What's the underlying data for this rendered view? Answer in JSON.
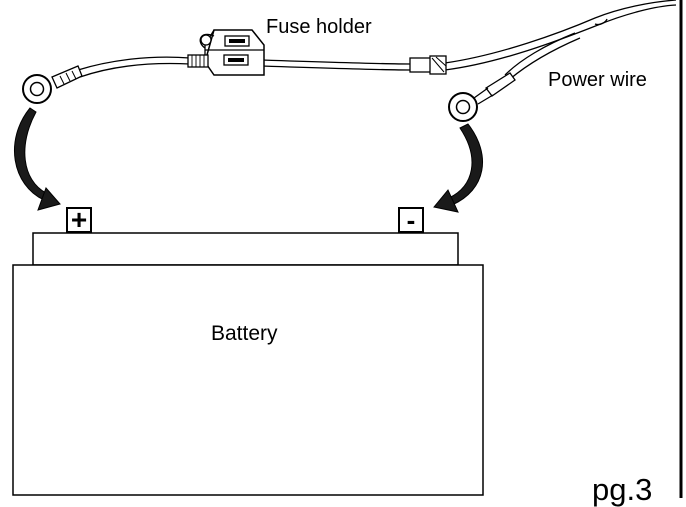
{
  "labels": {
    "fuse_holder": "Fuse holder",
    "power_wire": "Power wire",
    "battery": "Battery",
    "page": "pg.3"
  },
  "terminals": {
    "positive": "+",
    "negative": "-"
  },
  "colors": {
    "line": "#000000",
    "background": "#ffffff",
    "arrow_fill": "#1a1a1a"
  },
  "icons": {
    "positive_ring": "ring-terminal-icon",
    "negative_ring": "ring-terminal-icon",
    "fuse": "fuse-holder-icon",
    "arrows": "curved-arrow-icon"
  }
}
